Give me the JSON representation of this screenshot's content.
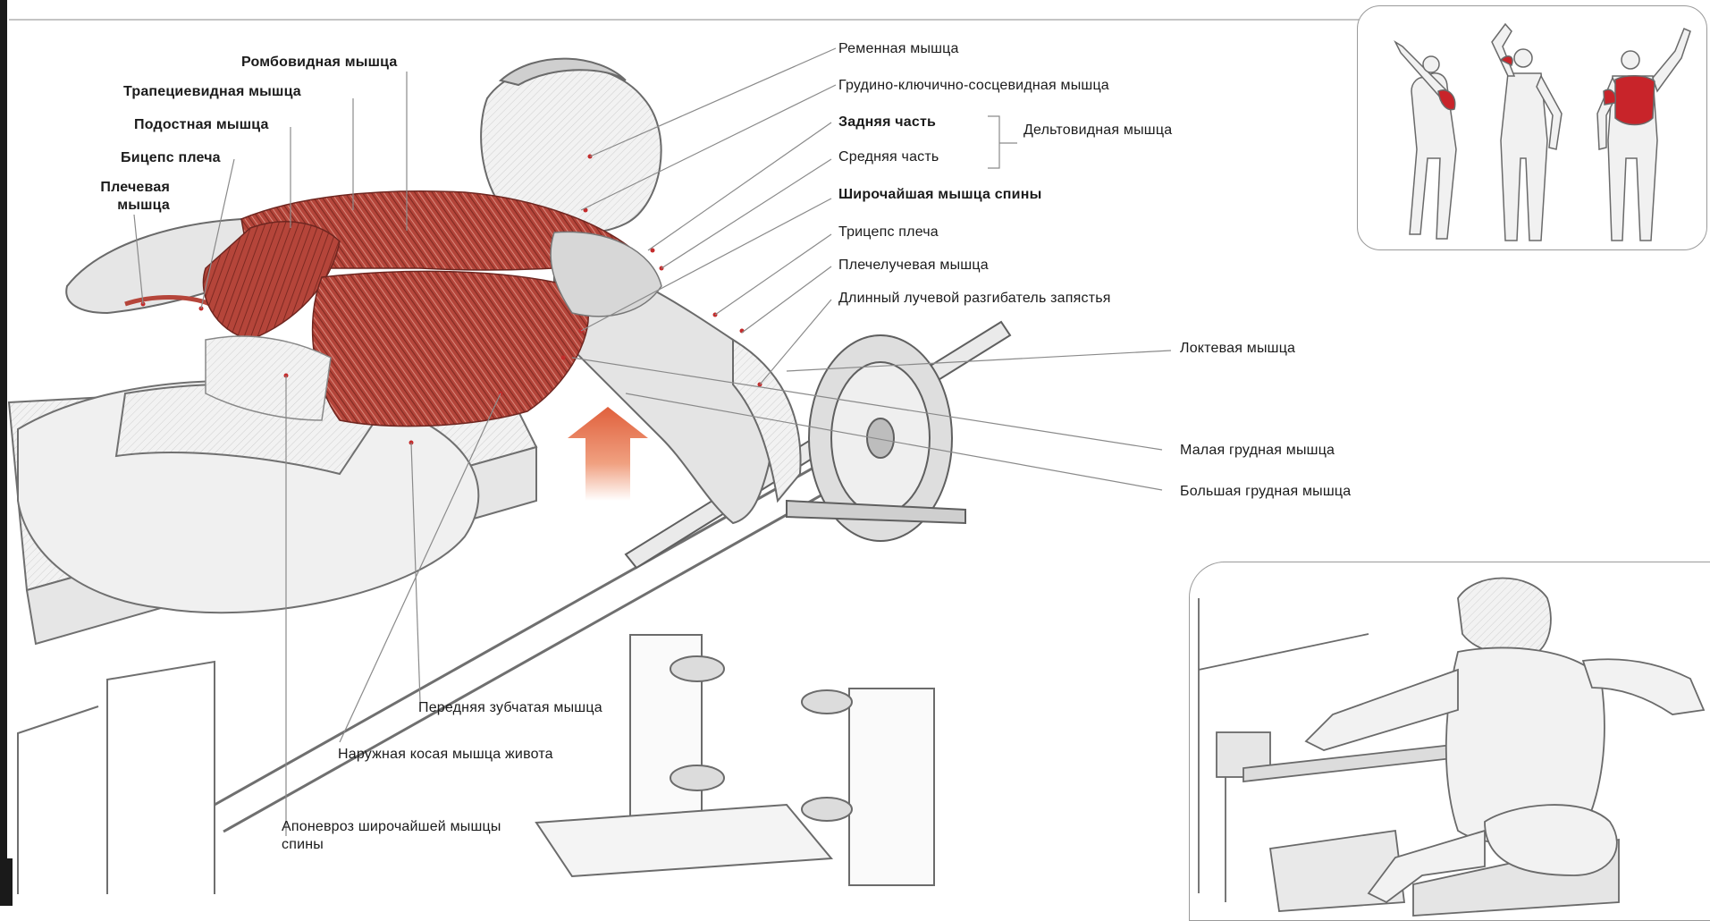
{
  "labels": {
    "rhomboid": "Ромбовидная мышца",
    "trapezius": "Трапециевидная мышца",
    "infraspinatus": "Подостная мышца",
    "biceps": "Бицепс плеча",
    "brachialis": "Плечевая мышца",
    "splenius": "Ременная мышца",
    "sternocleidomastoid": "Грудино-ключично-сосцевидная мышца",
    "deltoid_posterior": "Задняя часть",
    "deltoid_middle": "Средняя часть",
    "deltoid": "Дельтовидная мышца",
    "latissimus": "Широчайшая мышца спины",
    "triceps": "Трицепс плеча",
    "brachioradialis": "Плечелучевая мышца",
    "extensor_carpi": "Длинный лучевой разгибатель запястья",
    "anconeus": "Локтевая мышца",
    "pectoralis_minor": "Малая грудная мышца",
    "pectoralis_major": "Большая грудная мышца",
    "serratus_anterior": "Передняя зубчатая мышца",
    "external_oblique": "Наружная косая мышца живота",
    "lat_aponeurosis": "Апоневроз широчайшей мышцы спины"
  },
  "colors": {
    "muscle": "#b5453a",
    "muscle_dark": "#7e2a22",
    "arrow": "#e06a45",
    "line": "#8a8a8a",
    "highlight": "#c8242a"
  }
}
